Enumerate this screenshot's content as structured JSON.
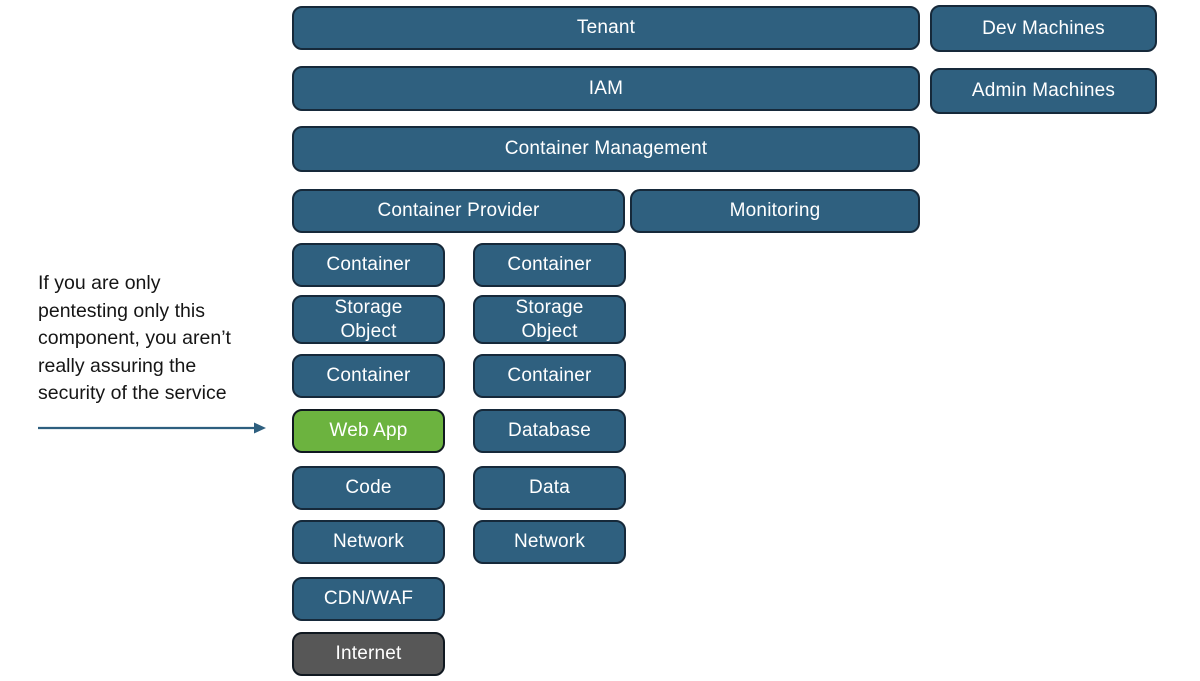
{
  "colors": {
    "box_blue": "#2F607F",
    "box_border": "#16293A",
    "box_green": "#6CB33F",
    "box_dark_border": "#101820",
    "box_gray": "#575757",
    "box_text": "#FFFFFF",
    "annotation_text": "#151515",
    "arrow_color": "#2E5F7F",
    "background": "#FFFFFF"
  },
  "rows": {
    "tenant": {
      "label": "Tenant"
    },
    "iam": {
      "label": "IAM"
    },
    "container_management": {
      "label": "Container Management"
    },
    "container_provider": {
      "label": "Container Provider"
    },
    "monitoring": {
      "label": "Monitoring"
    },
    "dev_machines": {
      "label": "Dev Machines"
    },
    "admin_machines": {
      "label": "Admin Machines"
    }
  },
  "stack_left": [
    {
      "label": "Container",
      "variant": "blue"
    },
    {
      "label": "Storage Object",
      "variant": "blue"
    },
    {
      "label": "Container",
      "variant": "blue"
    },
    {
      "label": "Web App",
      "variant": "green"
    },
    {
      "label": "Code",
      "variant": "blue"
    },
    {
      "label": "Network",
      "variant": "blue"
    },
    {
      "label": "CDN/WAF",
      "variant": "blue"
    },
    {
      "label": "Internet",
      "variant": "gray"
    }
  ],
  "stack_right": [
    {
      "label": "Container",
      "variant": "blue"
    },
    {
      "label": "Storage Object",
      "variant": "blue"
    },
    {
      "label": "Container",
      "variant": "blue"
    },
    {
      "label": "Database",
      "variant": "blue"
    },
    {
      "label": "Data",
      "variant": "blue"
    },
    {
      "label": "Network",
      "variant": "blue"
    }
  ],
  "annotation": {
    "lines": [
      "If you are only",
      "pentesting only this",
      "component, you aren’t",
      "really assuring the",
      "security of the service"
    ]
  }
}
